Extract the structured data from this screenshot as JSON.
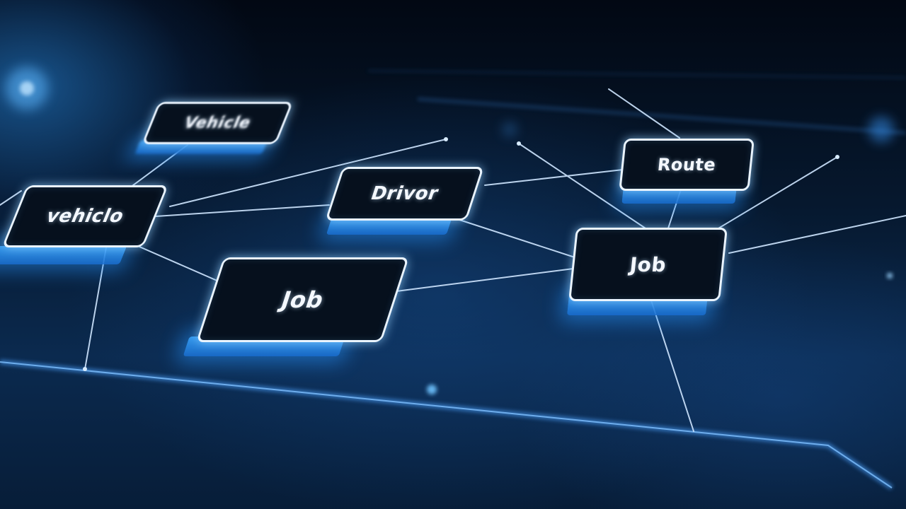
{
  "diagram": {
    "nodes": [
      {
        "id": "vehicle-top",
        "label": "Vehicle"
      },
      {
        "id": "vehicle-left",
        "label": "vehiclo"
      },
      {
        "id": "driver",
        "label": "Drivor"
      },
      {
        "id": "job-center",
        "label": "Job"
      },
      {
        "id": "route",
        "label": "Route"
      },
      {
        "id": "job-right",
        "label": "Job"
      }
    ]
  },
  "colors": {
    "background": "#030b17",
    "card_fill": "#06101d",
    "card_border": "#eaf4ff",
    "glow": "#3aa6ff",
    "line": "#cfe6ff"
  }
}
